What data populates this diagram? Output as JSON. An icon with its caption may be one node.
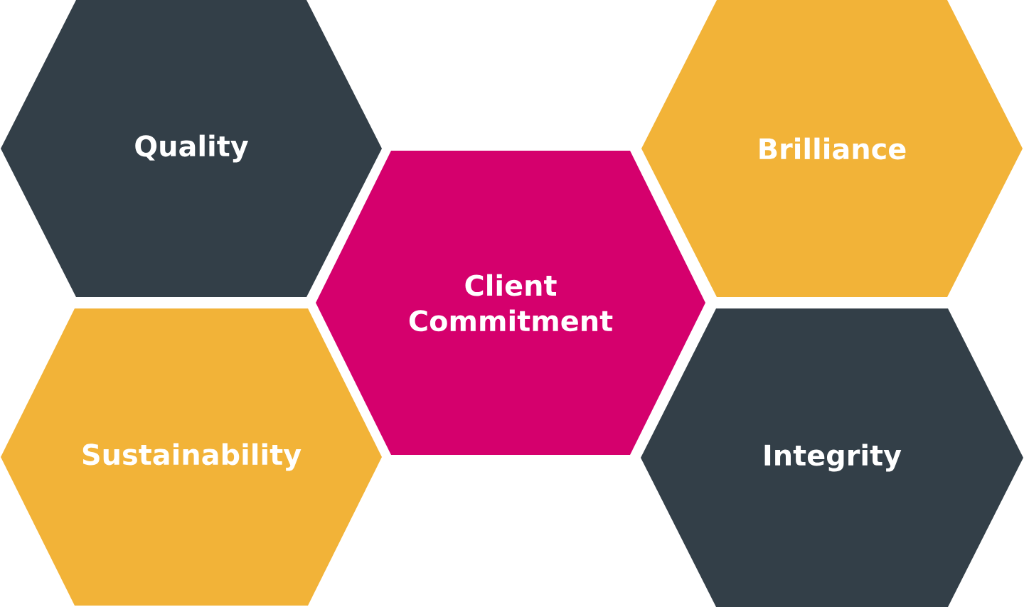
{
  "diagram": {
    "nodes": [
      {
        "text": [
          "Quality"
        ]
      },
      {
        "text": [
          "Brilliance"
        ]
      },
      {
        "text": [
          "Client Commitment"
        ]
      },
      {
        "text": [
          "Sustainability"
        ]
      },
      {
        "text": [
          "Integrity"
        ]
      }
    ]
  }
}
